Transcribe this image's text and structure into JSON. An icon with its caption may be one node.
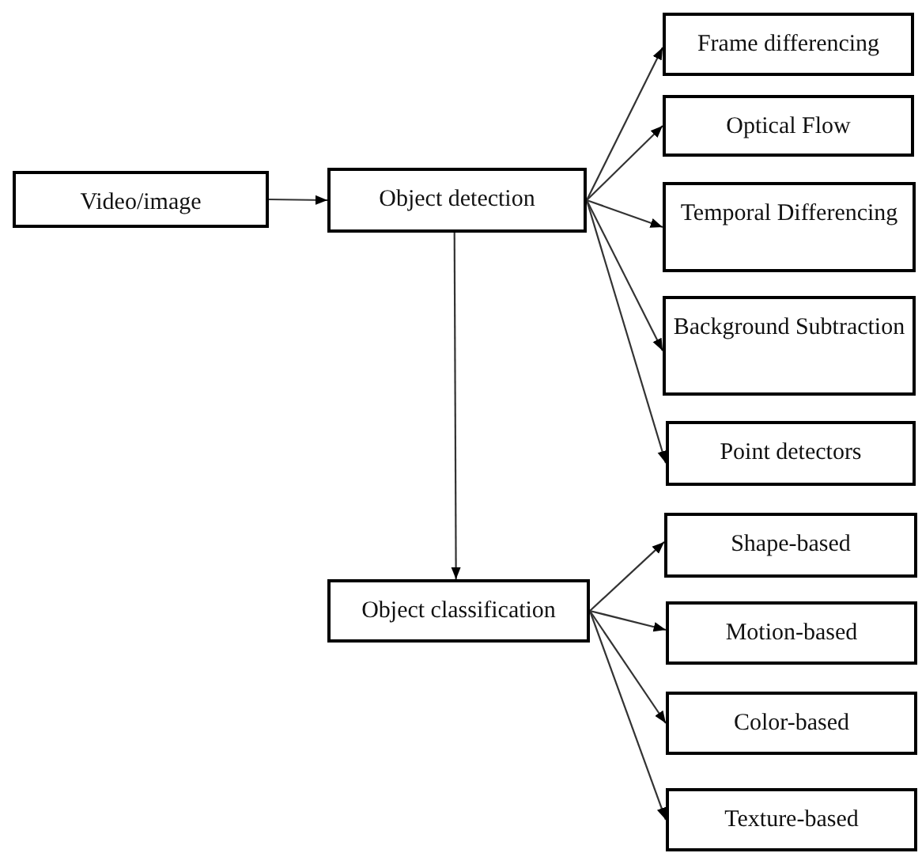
{
  "diagram": {
    "nodes": [
      {
        "text": [
          "Video/image"
        ]
      },
      {
        "text": [
          "Object detection"
        ]
      },
      {
        "text": [
          "Frame differencing"
        ]
      },
      {
        "text": [
          "Optical Flow"
        ]
      },
      {
        "text": [
          "Temporal Differencing"
        ]
      },
      {
        "text": [
          "Background Subtraction"
        ]
      },
      {
        "text": [
          "Point detectors"
        ]
      },
      {
        "text": [
          "Object classification"
        ]
      },
      {
        "text": [
          "Shape-based"
        ]
      },
      {
        "text": [
          "Motion-based"
        ]
      },
      {
        "text": [
          "Color-based"
        ]
      },
      {
        "text": [
          "Texture-based"
        ]
      }
    ],
    "edges": [
      {
        "from": 0,
        "to": 1,
        "arrow": "to"
      },
      {
        "from": 1,
        "to": 2,
        "arrow": "to"
      },
      {
        "from": 1,
        "to": 3,
        "arrow": "to"
      },
      {
        "from": 1,
        "to": 4,
        "arrow": "to"
      },
      {
        "from": 1,
        "to": 5,
        "arrow": "to"
      },
      {
        "from": 1,
        "to": 6,
        "arrow": "to"
      },
      {
        "from": 1,
        "to": 7,
        "arrow": "to"
      },
      {
        "from": 7,
        "to": 8,
        "arrow": "to"
      },
      {
        "from": 7,
        "to": 9,
        "arrow": "to"
      },
      {
        "from": 7,
        "to": 10,
        "arrow": "to"
      },
      {
        "from": 7,
        "to": 11,
        "arrow": "to"
      }
    ]
  }
}
